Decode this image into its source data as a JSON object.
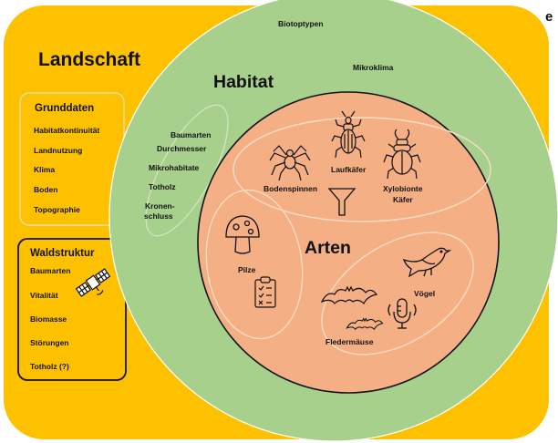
{
  "corner_char": "e",
  "colors": {
    "landscape": "#FEC100",
    "habitat": "#A8D08D",
    "species": "#F4B084",
    "text": "#111111"
  },
  "landscape": {
    "title": "Landschaft"
  },
  "grunddaten": {
    "title": "Grunddaten",
    "items": [
      "Habitatkontinuität",
      "Landnutzung",
      "Klima",
      "Boden",
      "Topographie"
    ]
  },
  "waldstruktur": {
    "title": "Waldstruktur",
    "items": [
      "Baumarten",
      "Vitalität",
      "Biomasse",
      "Störungen",
      "Totholz (?)"
    ],
    "icon": "satellite-icon"
  },
  "habitat": {
    "title": "Habitat",
    "top_labels": [
      "Biotoptypen",
      "Mikroklima"
    ],
    "structure_items": [
      "Baumarten",
      "Durchmesser",
      "Mikrohabitate",
      "Totholz",
      "Kronen-",
      "schluss"
    ]
  },
  "arten": {
    "title": "Arten",
    "groups": {
      "bodenspinnen": "Bodenspinnen",
      "laufkaefer": "Laufkäfer",
      "xylobionte_1": "Xylobionte",
      "xylobionte_2": "Käfer",
      "pilze": "Pilze",
      "voegel": "Vögel",
      "fledermaeuse": "Fledermäuse"
    },
    "icons": [
      "spider-icon",
      "ground-beetle-icon",
      "stag-beetle-icon",
      "funnel-trap-icon",
      "mushroom-icon",
      "clipboard-icon",
      "bird-icon",
      "bat-icon",
      "microphone-icon"
    ]
  }
}
